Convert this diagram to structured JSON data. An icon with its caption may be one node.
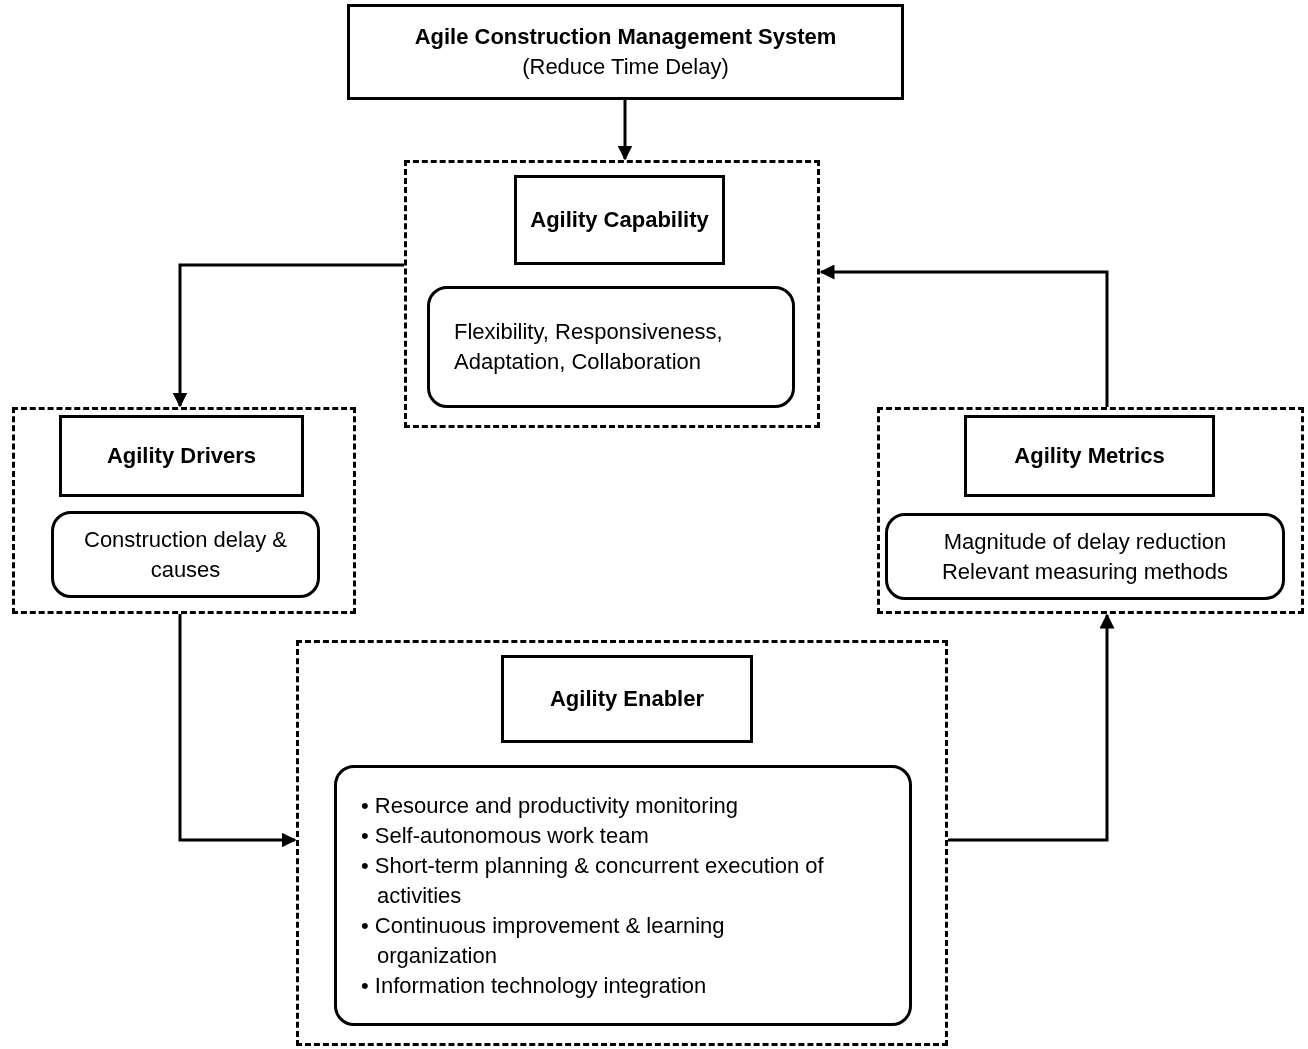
{
  "diagram": {
    "nodes": [
      {
        "text": [
          "Agile Construction Management System",
          "(Reduce Time Delay)"
        ]
      },
      {
        "text": [],
        "shape": "box"
      },
      {
        "text": [
          "Agility Capability"
        ],
        "in": 1
      },
      {
        "text": [
          "Flexibility, Responsiveness, Adaptation, Collaboration"
        ],
        "in": 1
      },
      {
        "text": [],
        "shape": "box"
      },
      {
        "text": [
          "Agility Drivers"
        ],
        "in": 4
      },
      {
        "text": [
          "Construction delay & causes"
        ],
        "in": 4
      },
      {
        "text": [],
        "shape": "box"
      },
      {
        "text": [
          "Agility Metrics"
        ],
        "in": 7
      },
      {
        "text": [
          "Magnitude of delay reduction",
          "Relevant measuring methods"
        ],
        "in": 7
      },
      {
        "text": [],
        "shape": "box"
      },
      {
        "text": [
          "Agility Enabler"
        ],
        "in": 10
      },
      {
        "text": [
          "• Resource and productivity monitoring",
          "• Self-autonomous work team",
          "• Short-term planning & concurrent execution of activities",
          "• Continuous improvement & learning organization",
          "• Information technology integration"
        ],
        "in": 10
      }
    ],
    "edges": [
      {
        "from": 0,
        "to": 1,
        "arrow": "to"
      },
      {
        "from": 1,
        "to": 4,
        "arrow": "to"
      },
      {
        "from": 4,
        "to": 10,
        "arrow": "to"
      },
      {
        "from": 10,
        "to": 7,
        "arrow": "to"
      },
      {
        "from": 7,
        "to": 1,
        "arrow": "to"
      }
    ]
  }
}
